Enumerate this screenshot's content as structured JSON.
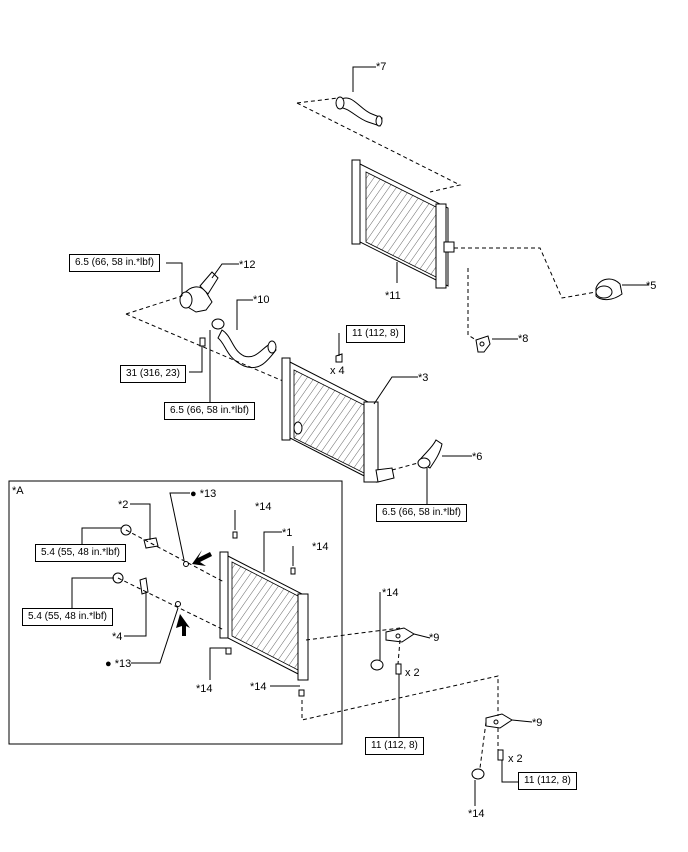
{
  "callouts": {
    "c7": "*7",
    "c11": "*11",
    "c12": "*12",
    "c5": "*5",
    "c10": "*10",
    "c8": "*8",
    "c3": "*3",
    "c6": "*6",
    "cA": "*A",
    "c2": "*2",
    "c13_top": "● *13",
    "c14_a": "*14",
    "c1": "*1",
    "c14_b": "*14",
    "c14_c": "*14",
    "c9_a": "*9",
    "c4": "*4",
    "c13_bottom": "● *13",
    "c14_d": "*14",
    "c14_e": "*14",
    "c9_b": "*9",
    "c14_f": "*14"
  },
  "torque": {
    "t1": "6.5 (66, 58 in.*lbf)",
    "t2": "11 (112, 8)",
    "t3": "31 (316, 23)",
    "t4": "6.5 (66, 58 in.*lbf)",
    "t5": "6.5 (66, 58 in.*lbf)",
    "t6": "5.4 (55, 48 in.*lbf)",
    "t7": "5.4 (55, 48 in.*lbf)",
    "t8": "11 (112, 8)",
    "t9": "11 (112, 8)"
  },
  "qty": {
    "q1": "x 4",
    "q2": "x 2",
    "q3": "x 2"
  }
}
